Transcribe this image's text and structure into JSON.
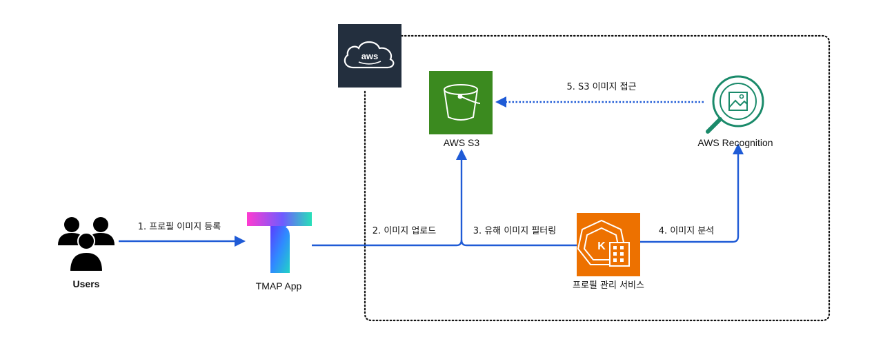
{
  "nodes": {
    "users": {
      "label": "Users"
    },
    "tmap": {
      "label": "TMAP App"
    },
    "s3": {
      "label": "AWS S3"
    },
    "rekognition": {
      "label": "AWS Recognition"
    },
    "profile_service": {
      "label": "프로필 관리 서비스"
    },
    "aws_badge": {
      "text": "aws"
    }
  },
  "edges": {
    "e1": "1. 프로필 이미지 등록",
    "e2": "2. 이미지 업로드",
    "e3": "3. 유해 이미지 필터링",
    "e4": "4. 이미지 분석",
    "e5": "5. S3 이미지 접근"
  },
  "colors": {
    "arrow": "#1f5bd6",
    "s3_fill": "#3b8a1f",
    "service_fill": "#ed7100",
    "aws_badge_fill": "#232f3e",
    "rekognition_stroke": "#1a8a6a",
    "group_border": "#111111"
  },
  "icons": {
    "users": "users-group-icon",
    "tmap": "tmap-logo",
    "s3": "s3-bucket-icon",
    "rekognition": "rekognition-magnifier-icon",
    "profile_service": "eks-kubernetes-icon",
    "aws_badge": "aws-cloud-icon"
  }
}
